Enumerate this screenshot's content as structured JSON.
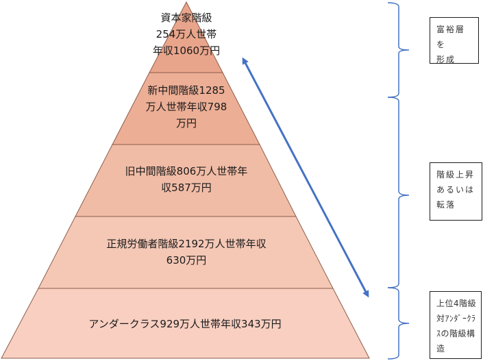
{
  "diagram": {
    "type": "class-pyramid",
    "layers": [
      {
        "id": "capitalist",
        "label": "資本家階級\n254万人世帯\n年収1060万円",
        "households_10k": 254,
        "income_10k_yen": 1060,
        "fill": "#e9a58b"
      },
      {
        "id": "new-middle",
        "label": "新中間階級1285\n万人世帯年収798\n万円",
        "households_10k": 1285,
        "income_10k_yen": 798,
        "fill": "#ecae95"
      },
      {
        "id": "old-middle",
        "label": "旧中間階級806万人世帯年\n収587万円",
        "households_10k": 806,
        "income_10k_yen": 587,
        "fill": "#f1bca6"
      },
      {
        "id": "regular-workers",
        "label": "正規労働者階級2192万人世帯年収\n630万円",
        "households_10k": 2192,
        "income_10k_yen": 630,
        "fill": "#f5c8b6"
      },
      {
        "id": "underclass",
        "label": "アンダークラス929万人世帯年収343万円",
        "households_10k": 929,
        "income_10k_yen": 343,
        "fill": "#f8cfc1"
      }
    ],
    "arrow": {
      "meaning": "double-headed",
      "color": "#4472c4"
    },
    "brace_color": "#4472c4",
    "notes": [
      {
        "id": "wealthy",
        "text": "富裕層を\n形成"
      },
      {
        "id": "mobility",
        "text": "階級上昇\nあるいは\n転落"
      },
      {
        "id": "structure",
        "text": "上位4階級\n対ｱﾝﾀﾞｰｸﾗ\nｽの階級構\n造"
      }
    ]
  }
}
